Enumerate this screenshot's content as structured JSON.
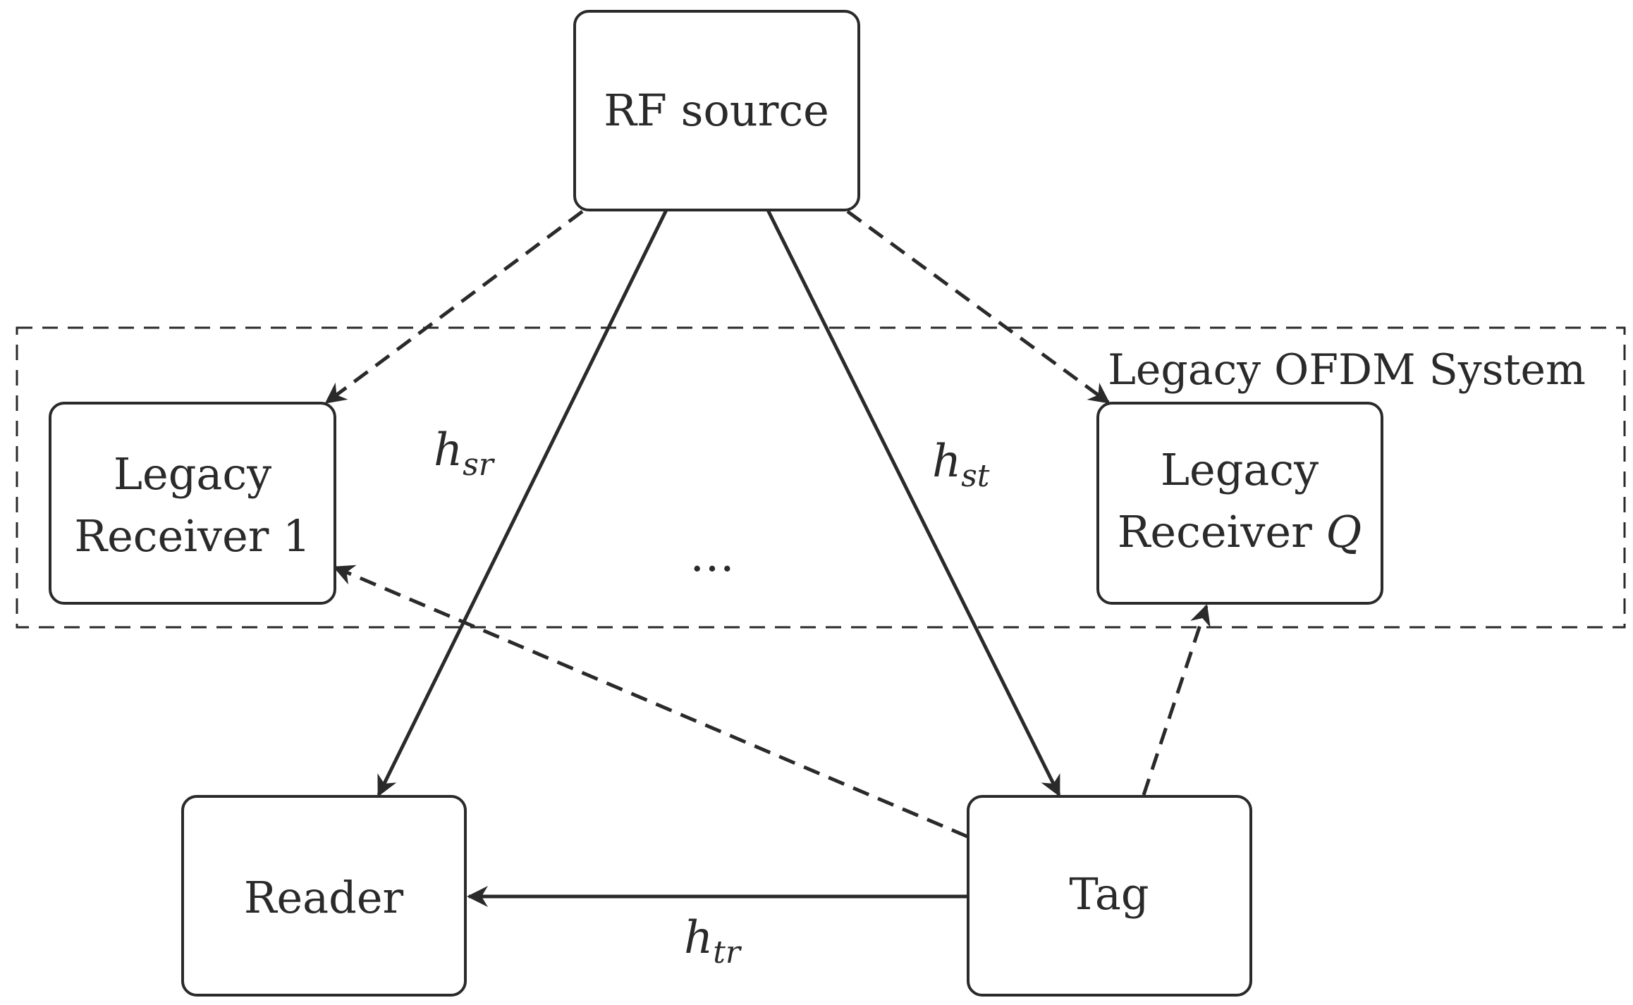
{
  "region": {
    "label": "Legacy OFDM System"
  },
  "nodes": {
    "rf_source": {
      "label": "RF source"
    },
    "legacy_receiver_1": {
      "line1": "Legacy",
      "line2": "Receiver 1"
    },
    "legacy_receiver_q": {
      "line1": "Legacy",
      "line2_text": "Receiver ",
      "line2_math": "Q"
    },
    "reader": {
      "label": "Reader"
    },
    "tag": {
      "label": "Tag"
    }
  },
  "channels": {
    "h_sr": {
      "base": "h",
      "sub": "sr"
    },
    "h_st": {
      "base": "h",
      "sub": "st"
    },
    "h_tr": {
      "base": "h",
      "sub": "tr"
    }
  },
  "ellipsis": "…",
  "links": [
    {
      "from": "rf_source",
      "to": "reader",
      "style": "solid",
      "label": "h_sr"
    },
    {
      "from": "rf_source",
      "to": "tag",
      "style": "solid",
      "label": "h_st"
    },
    {
      "from": "tag",
      "to": "reader",
      "style": "solid",
      "label": "h_tr"
    },
    {
      "from": "rf_source",
      "to": "legacy_receiver_1",
      "style": "dashed"
    },
    {
      "from": "rf_source",
      "to": "legacy_receiver_q",
      "style": "dashed"
    },
    {
      "from": "tag",
      "to": "legacy_receiver_1",
      "style": "dashed"
    },
    {
      "from": "tag",
      "to": "legacy_receiver_q",
      "style": "dashed"
    }
  ]
}
